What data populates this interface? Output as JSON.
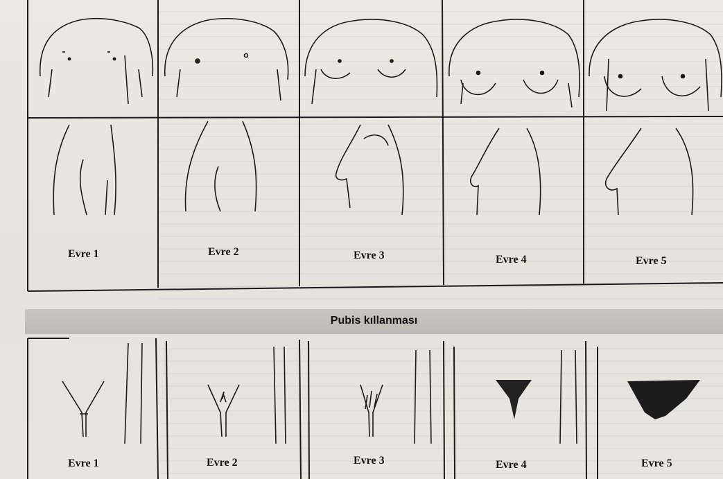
{
  "figure": {
    "breast_stages": [
      "Evre 1",
      "Evre 2",
      "Evre 3",
      "Evre 4",
      "Evre 5"
    ],
    "pubic_section_title": "Pubis kıllanması",
    "pubic_stages": [
      "Evre 1",
      "Evre 2",
      "Evre 3",
      "Evre 4",
      "Evre 5"
    ]
  },
  "colors": {
    "ink": "#1a1a1a",
    "paper": "#e9e6e1",
    "band": "#c3bfb9"
  }
}
